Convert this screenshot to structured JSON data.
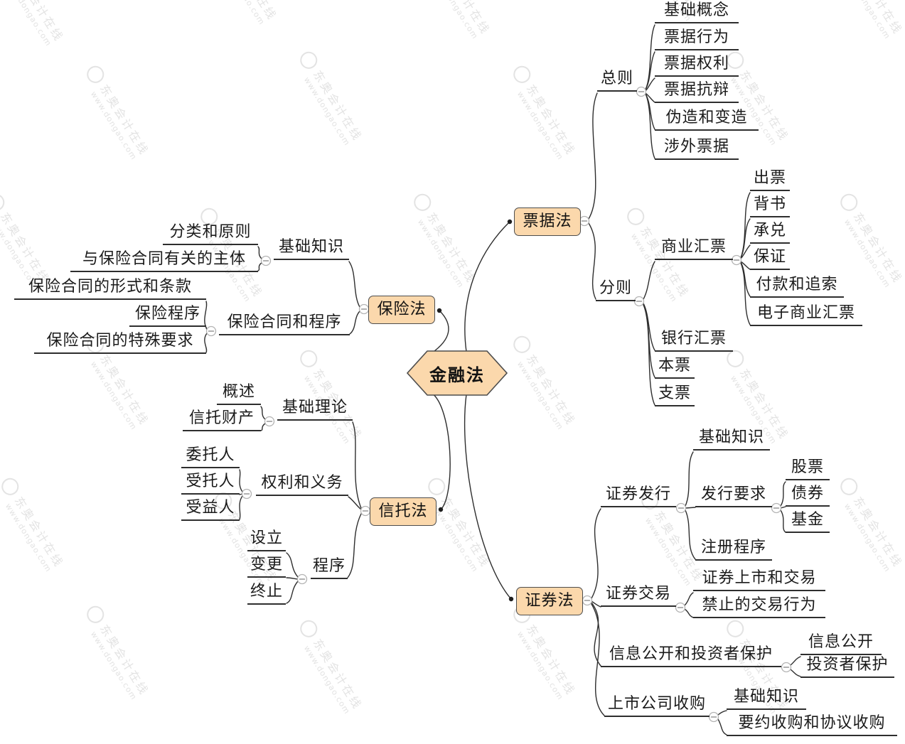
{
  "watermark": {
    "brand": "东奥会计在线",
    "url": "www.dongao.com"
  },
  "center": {
    "label": "金融法"
  },
  "ni": {
    "label": "票据法",
    "general": {
      "label": "总则",
      "items": [
        "基础概念",
        "票据行为",
        "票据权利",
        "票据抗辩",
        "伪造和变造",
        "涉外票据"
      ]
    },
    "specific": {
      "label": "分则",
      "commercial_draft": {
        "label": "商业汇票",
        "items": [
          "出票",
          "背书",
          "承兑",
          "保证",
          "付款和追索",
          "电子商业汇票"
        ]
      },
      "items": [
        "银行汇票",
        "本票",
        "支票"
      ]
    }
  },
  "ins": {
    "label": "保险法",
    "basics": {
      "label": "基础知识",
      "items": [
        "分类和原则",
        "与保险合同有关的主体"
      ]
    },
    "contract": {
      "label": "保险合同和程序",
      "items": [
        "保险合同的形式和条款",
        "保险程序",
        "保险合同的特殊要求"
      ]
    }
  },
  "trust": {
    "label": "信托法",
    "theory": {
      "label": "基础理论",
      "items": [
        "概述",
        "信托财产"
      ]
    },
    "rights": {
      "label": "权利和义务",
      "items": [
        "委托人",
        "受托人",
        "受益人"
      ]
    },
    "procedure": {
      "label": "程序",
      "items": [
        "设立",
        "变更",
        "终止"
      ]
    }
  },
  "sec": {
    "label": "证券法",
    "issuance": {
      "label": "证券发行",
      "basics": "基础知识",
      "requirements": {
        "label": "发行要求",
        "items": [
          "股票",
          "债券",
          "基金"
        ]
      },
      "registration": "注册程序"
    },
    "trading": {
      "label": "证券交易",
      "items": [
        "证券上市和交易",
        "禁止的交易行为"
      ]
    },
    "disclosure": {
      "label": "信息公开和投资者保护",
      "items": [
        "信息公开",
        "投资者保护"
      ]
    },
    "acquisition": {
      "label": "上市公司收购",
      "items": [
        "基础知识",
        "要约收购和协议收购"
      ]
    }
  }
}
